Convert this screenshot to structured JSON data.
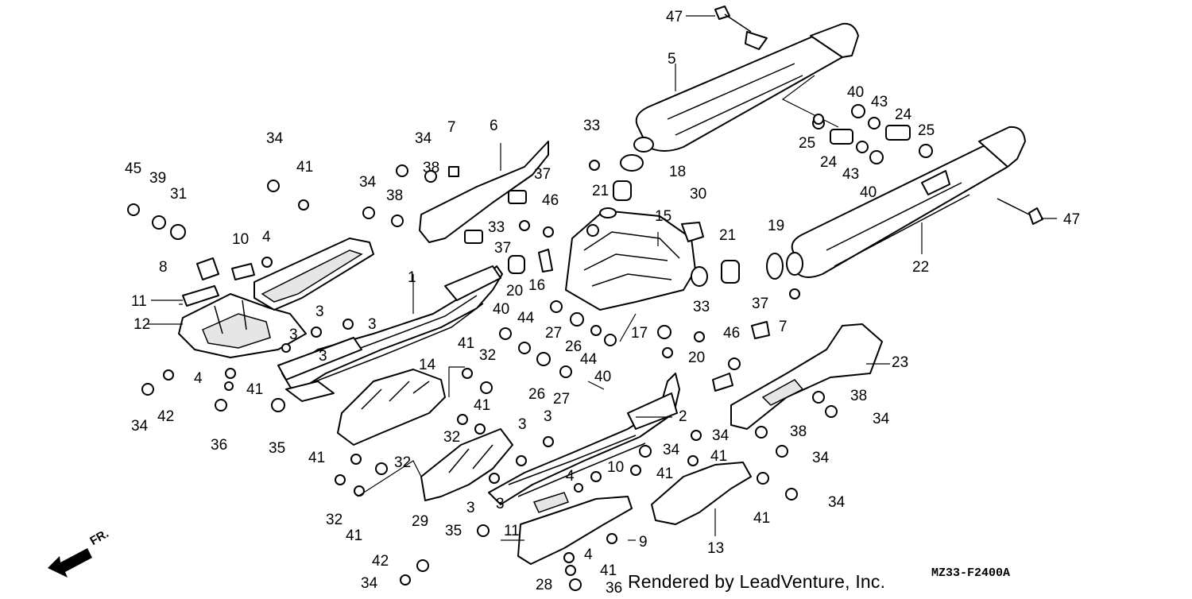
{
  "diagram": {
    "direction_label": "FR.",
    "diagram_code": "MZ33-F2400A",
    "credit": "Rendered by LeadVenture, Inc.",
    "callouts": [
      "47",
      "5",
      "40",
      "43",
      "24",
      "25",
      "25",
      "24",
      "43",
      "40",
      "47",
      "22",
      "19",
      "21",
      "33",
      "18",
      "21",
      "15",
      "30",
      "46",
      "33",
      "16",
      "20",
      "1",
      "7",
      "6",
      "34",
      "38",
      "37",
      "34",
      "38",
      "37",
      "34",
      "41",
      "45",
      "39",
      "31",
      "10",
      "4",
      "8",
      "11",
      "12",
      "3",
      "3",
      "3",
      "3",
      "40",
      "44",
      "27",
      "26",
      "44",
      "40",
      "17",
      "33",
      "20",
      "41",
      "32",
      "14",
      "4",
      "41",
      "34",
      "42",
      "36",
      "35",
      "26",
      "27",
      "37",
      "46",
      "7",
      "23",
      "38",
      "34",
      "2",
      "3",
      "3",
      "41",
      "32",
      "41",
      "32",
      "29",
      "3",
      "3",
      "34",
      "34",
      "41",
      "10",
      "4",
      "38",
      "34",
      "41",
      "34",
      "41",
      "32",
      "41",
      "35",
      "11",
      "9",
      "13",
      "42",
      "4",
      "34",
      "28",
      "41",
      "36"
    ]
  }
}
